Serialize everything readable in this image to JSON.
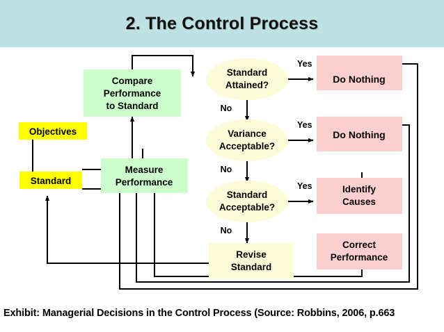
{
  "slide": {
    "title": "2. The Control Process",
    "caption": "Exhibit: Managerial Decisions in the Control Process (Source: Robbins, 2006, p.663"
  },
  "colors": {
    "header_bg": "#bee1e3",
    "process_green": "#ccffcc",
    "input_yellow": "#ffff00",
    "decision_pale_yellow": "#fcfcd8",
    "action_pink": "#fbcfd0",
    "revise_pale_yellow": "#fcfcd8",
    "line": "#000000",
    "text": "#000000"
  },
  "nodes": {
    "objectives": {
      "label": "Objectives",
      "shape": "rect",
      "fill": "#ffff00"
    },
    "standard": {
      "label": "Standard",
      "shape": "rect",
      "fill": "#ffff00"
    },
    "compare_performance": {
      "line1": "Compare",
      "line2": "Performance",
      "line3": "to Standard",
      "shape": "rect",
      "fill": "#ccffcc"
    },
    "measure_performance": {
      "line1": "Measure",
      "line2": "Performance",
      "shape": "rect",
      "fill": "#ccffcc"
    },
    "standard_attained": {
      "line1": "Standard",
      "line2": "Attained?",
      "shape": "oval",
      "fill": "#fcfcd8"
    },
    "variance_acceptable": {
      "line1": "Variance",
      "line2": "Acceptable?",
      "shape": "oval",
      "fill": "#fcfcd8"
    },
    "standard_acceptable": {
      "line1": "Standard",
      "line2": "Acceptable?",
      "shape": "oval",
      "fill": "#fcfcd8"
    },
    "revise_standard": {
      "line1": "Revise",
      "line2": "Standard",
      "shape": "rect",
      "fill": "#fcfcd8"
    },
    "do_nothing_1": {
      "label": "Do Nothing",
      "shape": "rect",
      "fill": "#fbcfd0"
    },
    "do_nothing_2": {
      "label": "Do Nothing",
      "shape": "rect",
      "fill": "#fbcfd0"
    },
    "identify_causes": {
      "line1": "Identify",
      "line2": "Causes",
      "shape": "rect",
      "fill": "#fbcfd0"
    },
    "correct_performance": {
      "line1": "Correct",
      "line2": "Performance",
      "shape": "rect",
      "fill": "#fbcfd0"
    }
  },
  "edge_labels": {
    "yes_1": "Yes",
    "yes_2": "Yes",
    "yes_3": "Yes",
    "no_1": "No",
    "no_2": "No",
    "no_3": "No"
  }
}
